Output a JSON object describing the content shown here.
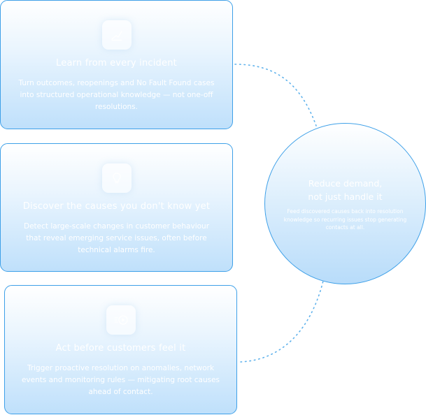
{
  "cards": [
    {
      "icon": "chart-trend-icon",
      "title": "Learn from every incident",
      "description": "Turn outcomes, reopenings and No Fault Found cases into structured operational knowledge — not one-off resolutions."
    },
    {
      "icon": "lightbulb-icon",
      "title": "Discover the causes you don't know yet",
      "description": "Detect large-scale changes in customer behaviour that reveal emerging service issues, often before technical alarms fire."
    },
    {
      "icon": "play-signal-icon",
      "title": "Act before customers feel it",
      "description": "Trigger proactive resolution on anomalies, network events and monitoring rules — mitigating root causes ahead of contact."
    }
  ],
  "hub": {
    "title_line1": "Reduce demand,",
    "title_line2": "not just handle it",
    "description": "Feed discovered causes back into resolution knowledge so recurring issues stop generating contacts at all."
  },
  "colors": {
    "accent_border": "#3ea0e8",
    "connector": "#5fb2ec",
    "gradient_bottom": "#bfe0fb"
  }
}
